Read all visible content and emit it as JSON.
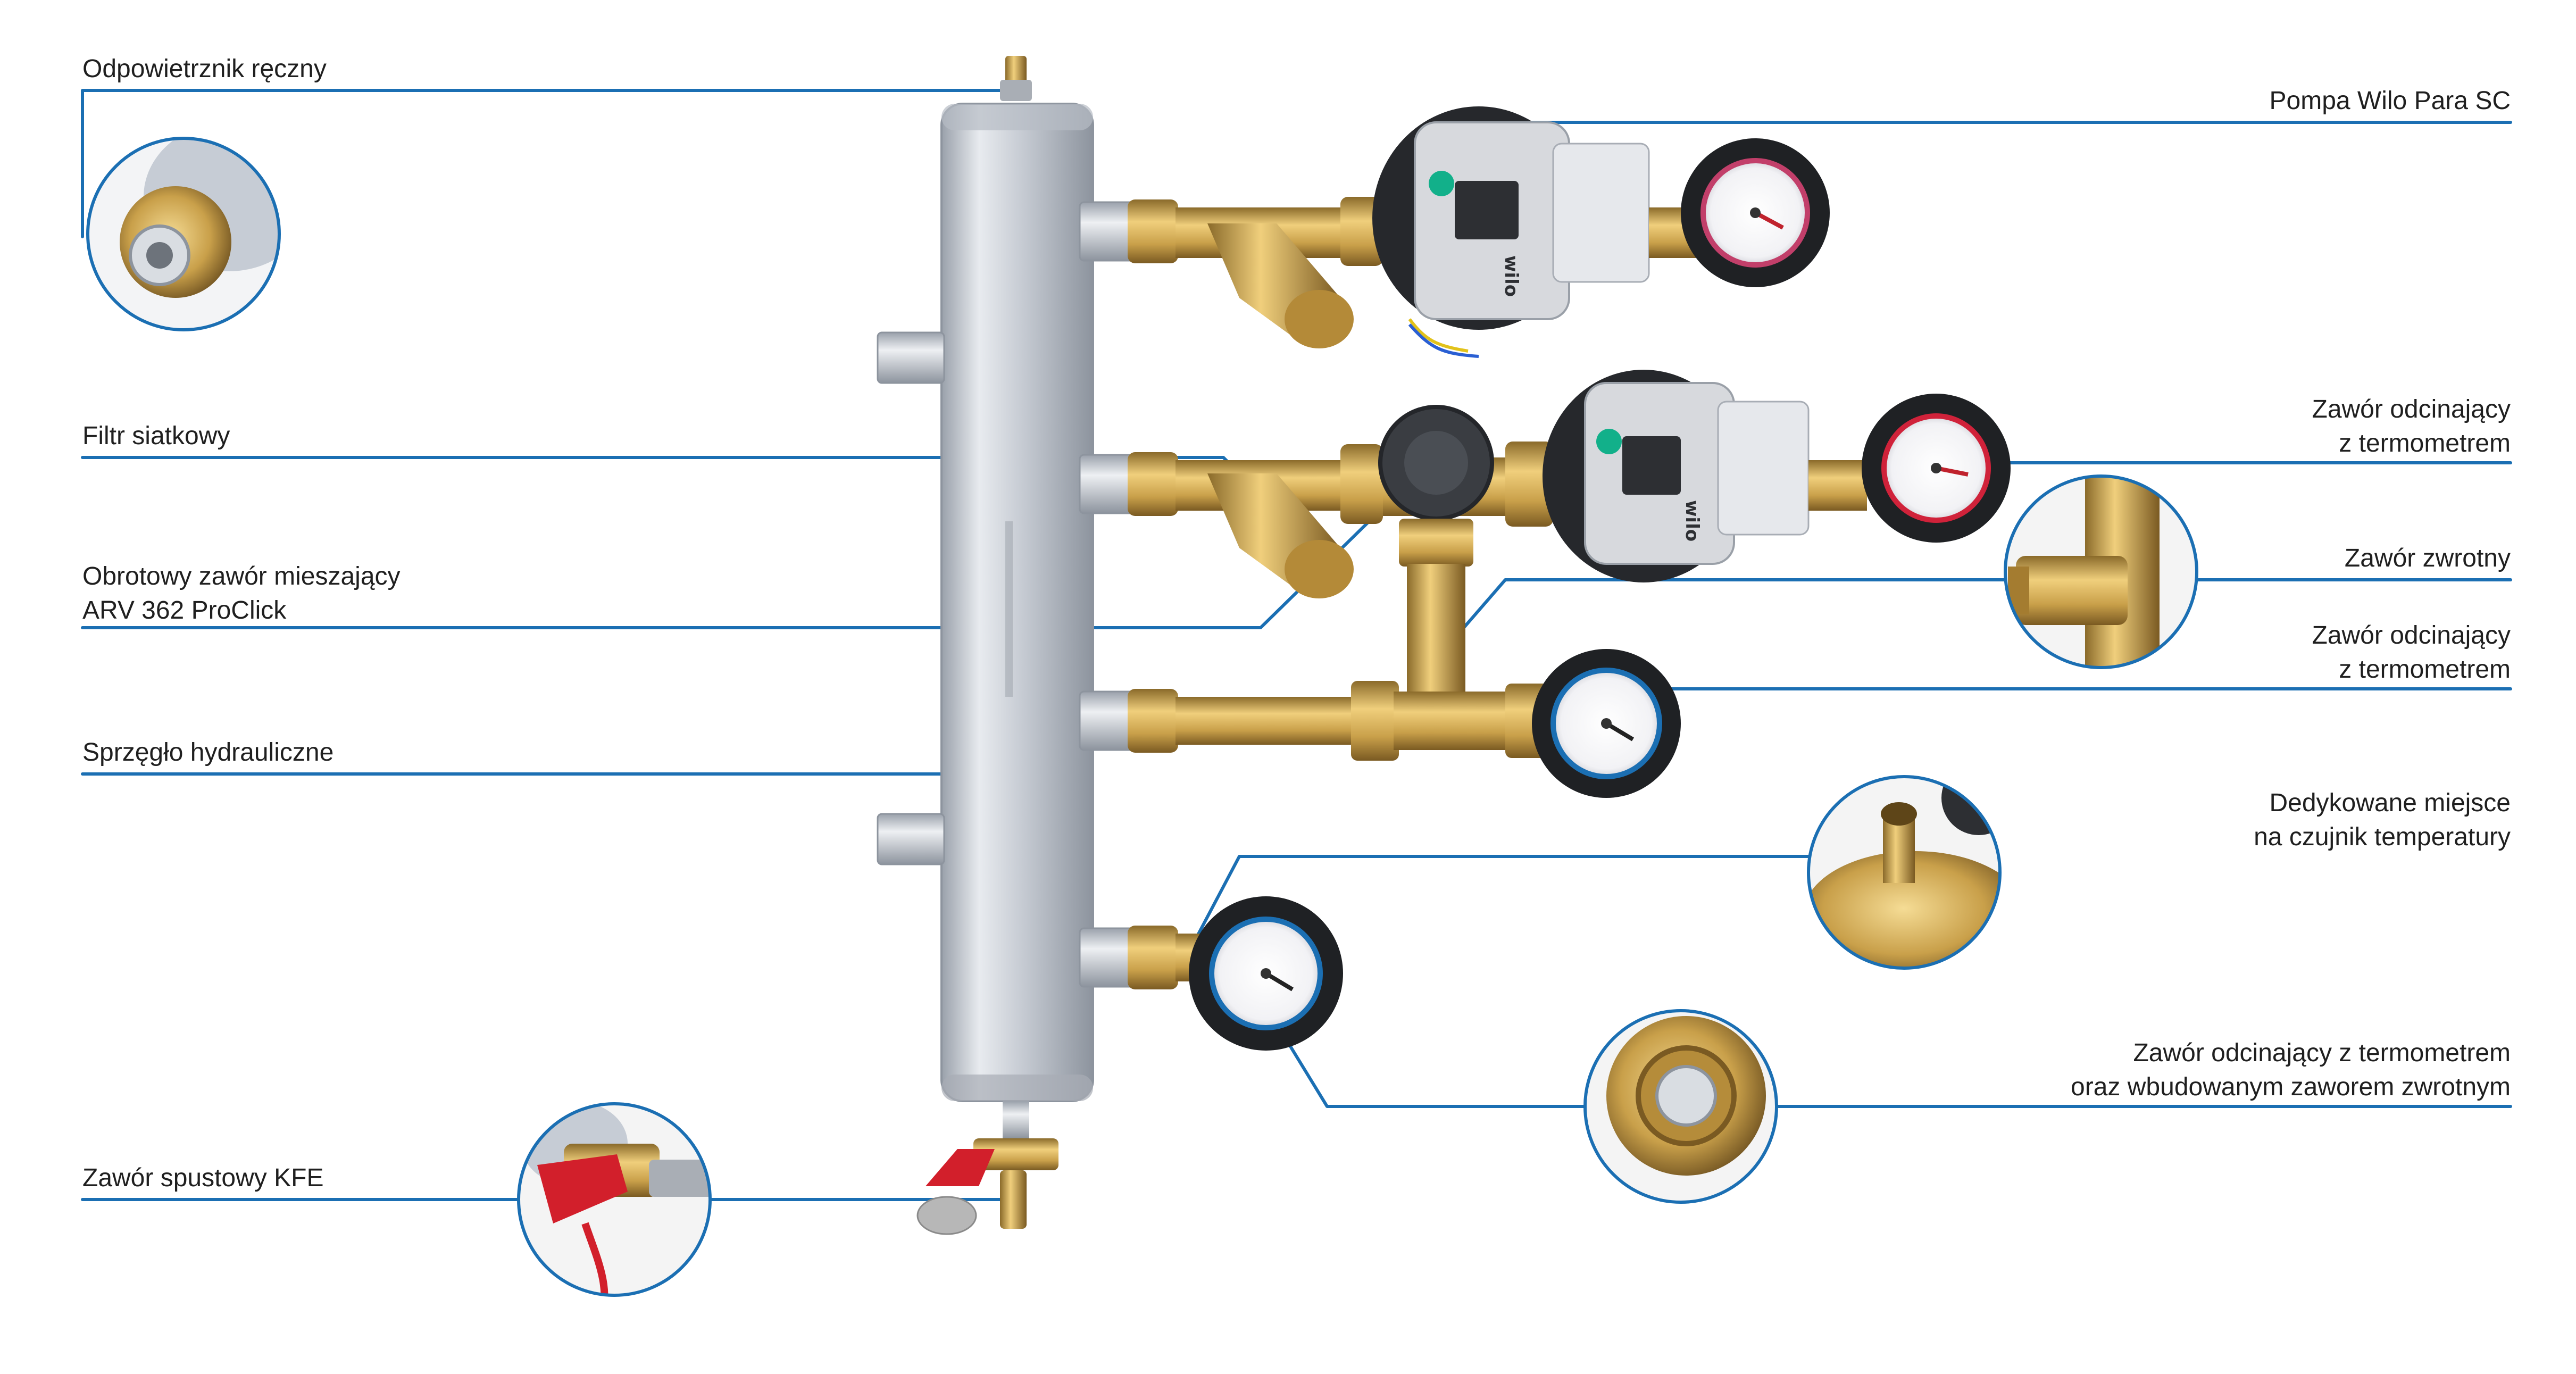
{
  "colors": {
    "leader_line": "#1b6fb3",
    "pipe_steel": "#c9ced6",
    "brass": "#c9a04a",
    "dark_part": "#2d2f33",
    "background": "#ffffff"
  },
  "labels_left": [
    {
      "id": "odpowietrznik",
      "lines": [
        "Odpowietrznik ręczny"
      ]
    },
    {
      "id": "filtr",
      "lines": [
        "Filtr siatkowy"
      ]
    },
    {
      "id": "zawor-mieszajacy",
      "lines": [
        "Obrotowy zawór mieszający",
        "ARV 362 ProClick"
      ]
    },
    {
      "id": "sprzeglo",
      "lines": [
        "Sprzęgło hydrauliczne"
      ]
    },
    {
      "id": "zawor-spustowy",
      "lines": [
        "Zawór spustowy KFE"
      ]
    }
  ],
  "labels_right": [
    {
      "id": "pompa",
      "lines": [
        "Pompa Wilo Para SC"
      ]
    },
    {
      "id": "zawor-odcinajacy-1",
      "lines": [
        "Zawór odcinający",
        "z termometrem"
      ]
    },
    {
      "id": "zawor-zwrotny",
      "lines": [
        "Zawór zwrotny"
      ]
    },
    {
      "id": "zawor-odcinajacy-2",
      "lines": [
        "Zawór odcinający",
        "z termometrem"
      ]
    },
    {
      "id": "czujnik",
      "lines": [
        "Dedykowane miejsce",
        "na czujnik temperatury"
      ]
    },
    {
      "id": "zawor-odcinajacy-3",
      "lines": [
        "Zawór odcinający z termometrem",
        "oraz wbudowanym zaworem zwrotnym"
      ]
    }
  ],
  "icons": [
    "air-vent-icon",
    "strainer-icon",
    "mixing-valve-icon",
    "hydraulic-separator-icon",
    "drain-valve-icon",
    "pump-icon",
    "thermometer-valve-icon",
    "check-valve-icon",
    "sensor-port-icon"
  ],
  "pump_brand": "wilo"
}
